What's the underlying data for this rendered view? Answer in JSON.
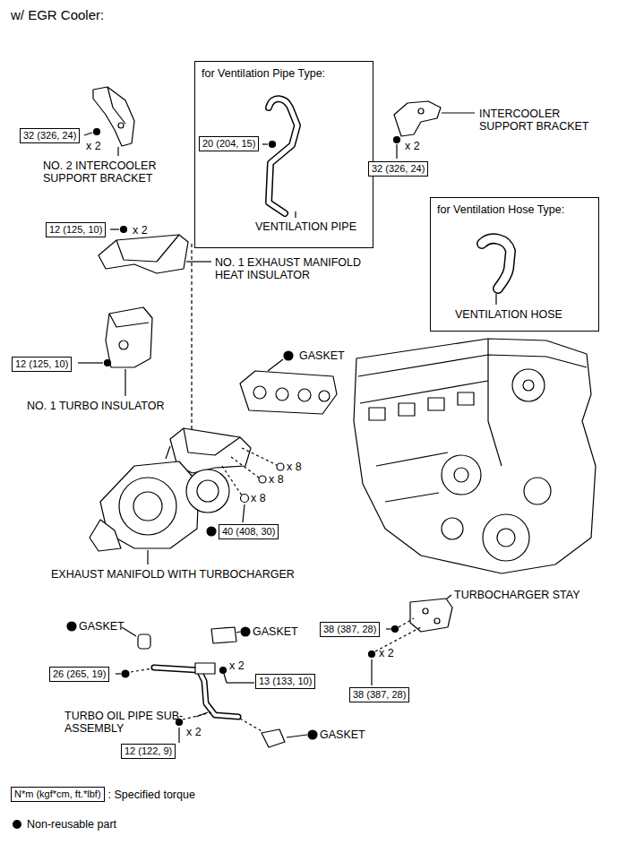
{
  "diagram": {
    "title": "w/ EGR Cooler:",
    "nodes": [
      {
        "text": [
          "for Ventilation Pipe Type:"
        ]
      },
      {
        "text": [
          "32 (326, 24)"
        ]
      },
      {
        "text": [
          "20 (204, 15)"
        ],
        "in": 0
      },
      {
        "text": [
          "32 (326, 24)"
        ]
      },
      {
        "text": [
          "for Ventilation Hose Type:"
        ]
      },
      {
        "text": [
          "12 (125, 10)"
        ]
      },
      {
        "text": [
          "12 (125, 10)"
        ]
      },
      {
        "text": [
          "40 (408, 30)"
        ]
      },
      {
        "text": [
          "38 (387, 28)"
        ]
      },
      {
        "text": [
          "26 (265, 19)"
        ]
      },
      {
        "text": [
          "13 (133, 10)"
        ]
      },
      {
        "text": [
          "38 (387, 28)"
        ]
      },
      {
        "text": [
          "12 (122, 9)"
        ]
      },
      {
        "text": [
          "N*m (kgf*cm, ft.*lbf)"
        ]
      }
    ],
    "labels": [
      "x 2",
      "NO. 2 INTERCOOLER SUPPORT BRACKET",
      "VENTILATION PIPE",
      "INTERCOOLER SUPPORT BRACKET",
      "x 2",
      "x 2",
      "NO. 1 EXHAUST MANIFOLD HEAT INSULATOR",
      "VENTILATION HOSE",
      "GASKET",
      "NO. 1 TURBO INSULATOR",
      "x 8",
      "x 8",
      "x 8",
      "EXHAUST MANIFOLD WITH TURBOCHARGER",
      "TURBOCHARGER STAY",
      "GASKET",
      "GASKET",
      "x 2",
      "TURBO OIL PIPE SUB-ASSEMBLY",
      "x 2",
      "GASKET",
      "x 2"
    ],
    "legend": [
      {
        "text": ": Specified torque"
      },
      {
        "text": "Non-reusable part"
      }
    ]
  }
}
